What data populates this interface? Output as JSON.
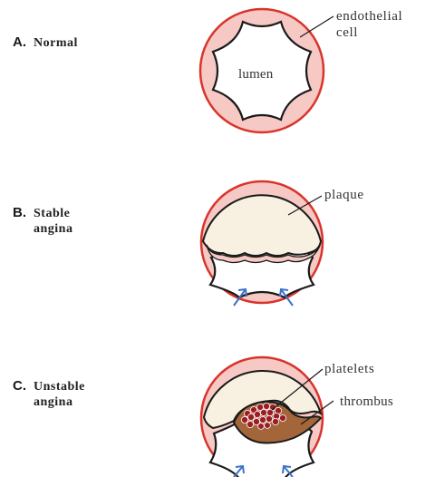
{
  "panels": [
    {
      "letter": "A.",
      "title_line1": "Normal",
      "title_line2": "",
      "labels": {
        "endothelial": "endothelial",
        "cell": "cell",
        "lumen": "lumen"
      }
    },
    {
      "letter": "B.",
      "title_line1": "Stable",
      "title_line2": "angina",
      "labels": {
        "plaque": "plaque"
      }
    },
    {
      "letter": "C.",
      "title_line1": "Unstable",
      "title_line2": "angina",
      "labels": {
        "platelets": "platelets",
        "thrombus": "thrombus"
      }
    }
  ],
  "colors": {
    "vessel_wall": "#d9342b",
    "endothelium_fill": "#f6c9c4",
    "plaque_fill": "#f8f1e1",
    "thrombus_fill": "#a2663a",
    "platelets_fill": "#9b1e24",
    "arrows": "#3a72c8",
    "outline": "#1a1a1a"
  }
}
